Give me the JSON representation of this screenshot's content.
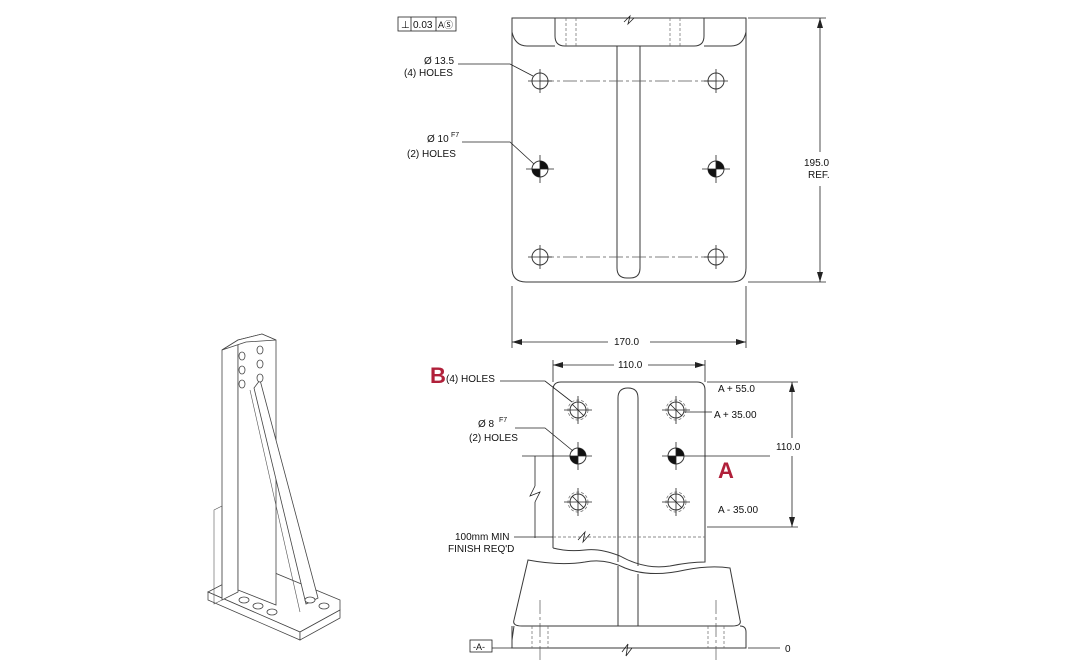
{
  "top_view": {
    "flatness_frame": {
      "symbol": "⊥",
      "tolerance": "0.03",
      "datum": "AⓈ"
    },
    "hole_callout_1": {
      "line1": "Ø 13.5",
      "line2": "(4) HOLES"
    },
    "hole_callout_2": {
      "line1": "Ø 10",
      "fit": "F7",
      "line2": "(2) HOLES"
    },
    "height_dimension": {
      "value": "195.0",
      "note": "REF."
    },
    "width_dimension": "170.0"
  },
  "front_view": {
    "width_dimension": "110.0",
    "height_dimension": "110.0",
    "datum_b": "B",
    "datum_b_callout": "(4) HOLES",
    "hole_callout": {
      "line1": "Ø 8",
      "fit": "F7",
      "line2": "(2) HOLES"
    },
    "datum_a": "A",
    "offsets": [
      "A + 55.0",
      "A + 35.00",
      "A - 35.00"
    ],
    "finish_note": {
      "line1": "100mm MIN",
      "line2": "FINISH REQ'D"
    },
    "base_datum_label": "-A-",
    "zero_label": "0",
    "datum_color": "#b0203a"
  }
}
